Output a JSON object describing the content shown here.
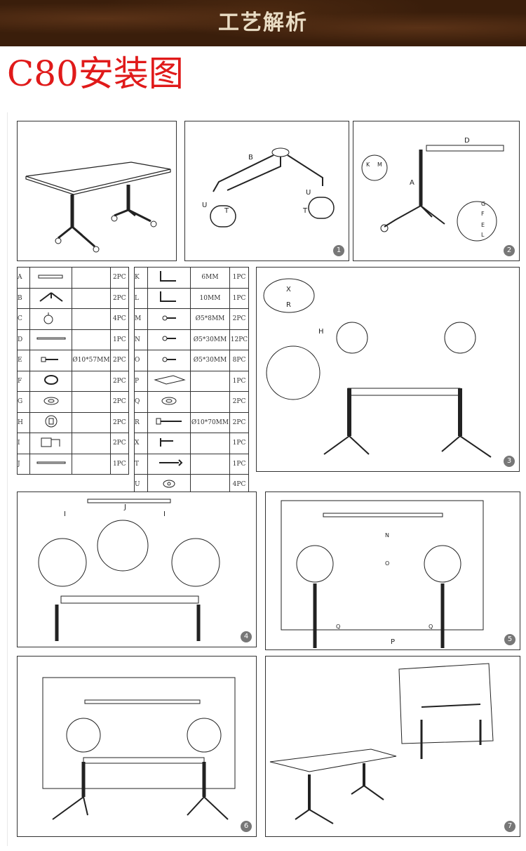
{
  "banner": {
    "title": "工艺解析"
  },
  "heading": "C80安装图",
  "steps": {
    "s1": "1",
    "s2": "2",
    "s3": "3",
    "s4": "4",
    "s5": "5",
    "s6": "6",
    "s7": "7"
  },
  "callouts": {
    "B": "B",
    "U": "U",
    "T": "T",
    "D": "D",
    "A": "A",
    "K": "K",
    "M": "M",
    "G": "G",
    "F": "F",
    "E": "E",
    "L": "L",
    "X": "X",
    "R": "R",
    "H": "H",
    "I": "I",
    "J": "J",
    "N": "N",
    "O": "O",
    "Q": "Q",
    "P": "P"
  },
  "parts_left": [
    {
      "code": "A",
      "icon": "column-bar-icon",
      "spec": "",
      "qty": "2PC"
    },
    {
      "code": "B",
      "icon": "tripod-base-icon",
      "spec": "",
      "qty": "2PC"
    },
    {
      "code": "C",
      "icon": "caster-wheel-icon",
      "spec": "",
      "qty": "4PC"
    },
    {
      "code": "D",
      "icon": "cross-bar-icon",
      "spec": "",
      "qty": "1PC"
    },
    {
      "code": "E",
      "icon": "bolt-icon",
      "spec": "Ø10*57MM",
      "qty": "2PC"
    },
    {
      "code": "F",
      "icon": "ring-icon",
      "spec": "",
      "qty": "2PC"
    },
    {
      "code": "G",
      "icon": "washer-icon",
      "spec": "",
      "qty": "2PC"
    },
    {
      "code": "H",
      "icon": "hinge-plate-icon",
      "spec": "",
      "qty": "2PC"
    },
    {
      "code": "I",
      "icon": "bracket-icon",
      "spec": "",
      "qty": "2PC"
    },
    {
      "code": "J",
      "icon": "long-bar-icon",
      "spec": "",
      "qty": "1PC"
    }
  ],
  "parts_right": [
    {
      "code": "K",
      "icon": "allen-key-icon",
      "spec": "6MM",
      "qty": "1PC"
    },
    {
      "code": "L",
      "icon": "allen-key-icon",
      "spec": "10MM",
      "qty": "1PC"
    },
    {
      "code": "M",
      "icon": "screw-icon",
      "spec": "Ø5*8MM",
      "qty": "2PC"
    },
    {
      "code": "N",
      "icon": "screw-icon",
      "spec": "Ø5*30MM",
      "qty": "12PC"
    },
    {
      "code": "O",
      "icon": "screw-icon",
      "spec": "Ø5*30MM",
      "qty": "8PC"
    },
    {
      "code": "P",
      "icon": "tabletop-icon",
      "spec": "",
      "qty": "1PC"
    },
    {
      "code": "Q",
      "icon": "washer-icon",
      "spec": "",
      "qty": "2PC"
    },
    {
      "code": "R",
      "icon": "long-bolt-icon",
      "spec": "Ø10*70MM",
      "qty": "2PC"
    },
    {
      "code": "X",
      "icon": "t-key-icon",
      "spec": "",
      "qty": "1PC"
    },
    {
      "code": "T",
      "icon": "wrench-icon",
      "spec": "",
      "qty": "1PC"
    },
    {
      "code": "U",
      "icon": "nut-icon",
      "spec": "",
      "qty": "4PC"
    }
  ]
}
